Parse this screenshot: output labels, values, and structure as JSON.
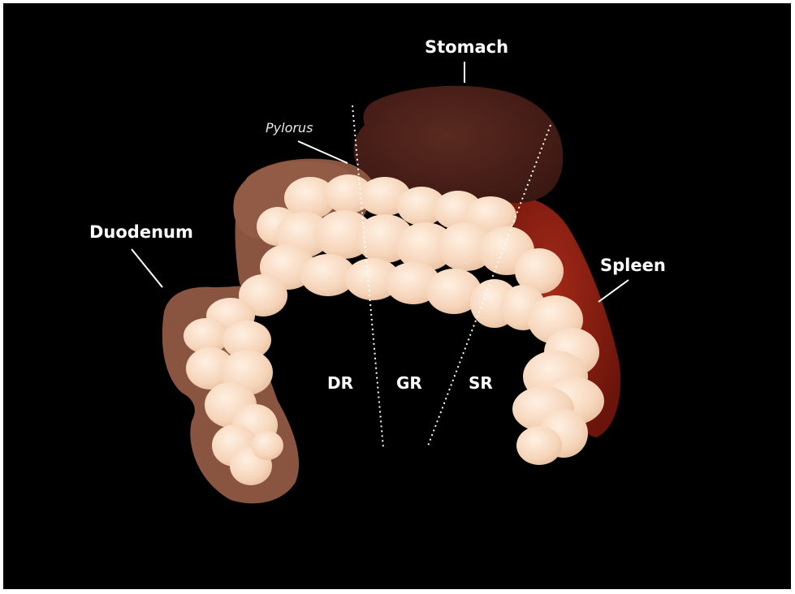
{
  "labels": {
    "stomach": "Stomach",
    "pylorus": "Pylorus",
    "duodenum": "Duodenum",
    "spleen": "Spleen"
  },
  "regions": {
    "dr": "DR",
    "gr": "GR",
    "sr": "SR"
  },
  "colors": {
    "background": "#000000",
    "stomach": "#4a1f17",
    "duodenum": "#8a5540",
    "spleen": "#8e1f12",
    "pancreas": "#f6d6bc",
    "label": "#ffffff"
  }
}
